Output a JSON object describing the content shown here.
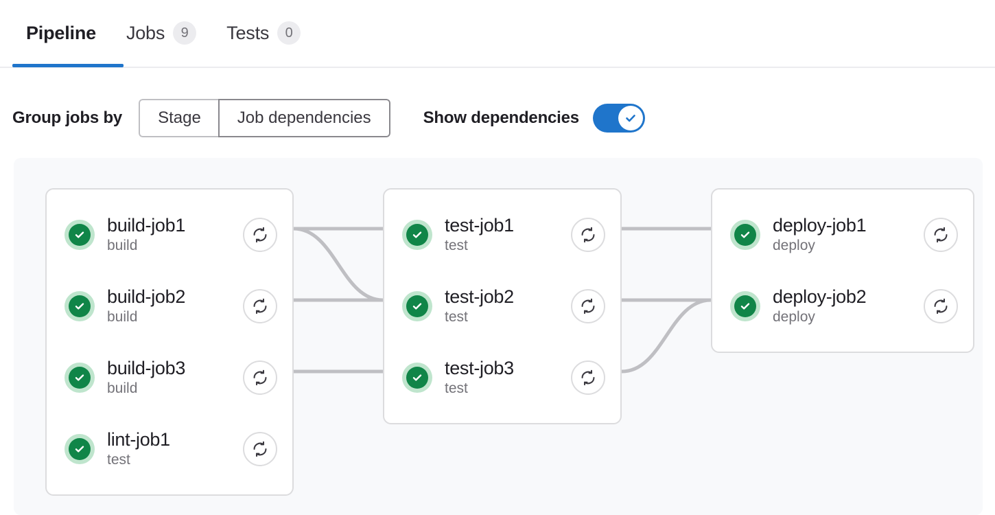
{
  "tabs": [
    {
      "label": "Pipeline",
      "badge": null,
      "active": true
    },
    {
      "label": "Jobs",
      "badge": "9",
      "active": false
    },
    {
      "label": "Tests",
      "badge": "0",
      "active": false
    }
  ],
  "controls": {
    "group_label": "Group jobs by",
    "segments": [
      {
        "label": "Stage",
        "selected": false
      },
      {
        "label": "Job dependencies",
        "selected": true
      }
    ],
    "toggle_label": "Show dependencies",
    "toggle_state": "on",
    "toggle_icon": "check-icon"
  },
  "colors": {
    "accent": "#1f75cb",
    "success": "#108548",
    "success_ring": "#bfe5cd",
    "panel_bg": "#f8f9fb",
    "edge": "#bfbfc3",
    "card_border": "#dcdcde",
    "muted_text": "#737278"
  },
  "graph": {
    "columns": [
      {
        "name": "column-1",
        "jobs": [
          {
            "name": "build-job1",
            "stage": "build",
            "status": "success",
            "status_icon": "status-success-icon",
            "action_icon": "retry-icon"
          },
          {
            "name": "build-job2",
            "stage": "build",
            "status": "success",
            "status_icon": "status-success-icon",
            "action_icon": "retry-icon"
          },
          {
            "name": "build-job3",
            "stage": "build",
            "status": "success",
            "status_icon": "status-success-icon",
            "action_icon": "retry-icon"
          },
          {
            "name": "lint-job1",
            "stage": "test",
            "status": "success",
            "status_icon": "status-success-icon",
            "action_icon": "retry-icon"
          }
        ]
      },
      {
        "name": "column-2",
        "jobs": [
          {
            "name": "test-job1",
            "stage": "test",
            "status": "success",
            "status_icon": "status-success-icon",
            "action_icon": "retry-icon"
          },
          {
            "name": "test-job2",
            "stage": "test",
            "status": "success",
            "status_icon": "status-success-icon",
            "action_icon": "retry-icon"
          },
          {
            "name": "test-job3",
            "stage": "test",
            "status": "success",
            "status_icon": "status-success-icon",
            "action_icon": "retry-icon"
          }
        ]
      },
      {
        "name": "column-3",
        "jobs": [
          {
            "name": "deploy-job1",
            "stage": "deploy",
            "status": "success",
            "status_icon": "status-success-icon",
            "action_icon": "retry-icon"
          },
          {
            "name": "deploy-job2",
            "stage": "deploy",
            "status": "success",
            "status_icon": "status-success-icon",
            "action_icon": "retry-icon"
          }
        ]
      }
    ],
    "edges": [
      {
        "from": "build-job1",
        "to": "test-job1",
        "shape": "straight"
      },
      {
        "from": "build-job1",
        "to": "test-job2",
        "shape": "curve-down"
      },
      {
        "from": "build-job2",
        "to": "test-job2",
        "shape": "straight"
      },
      {
        "from": "build-job3",
        "to": "test-job3",
        "shape": "straight"
      },
      {
        "from": "test-job1",
        "to": "deploy-job1",
        "shape": "straight"
      },
      {
        "from": "test-job2",
        "to": "deploy-job2",
        "shape": "straight"
      },
      {
        "from": "test-job3",
        "to": "deploy-job2",
        "shape": "curve-up"
      }
    ]
  }
}
